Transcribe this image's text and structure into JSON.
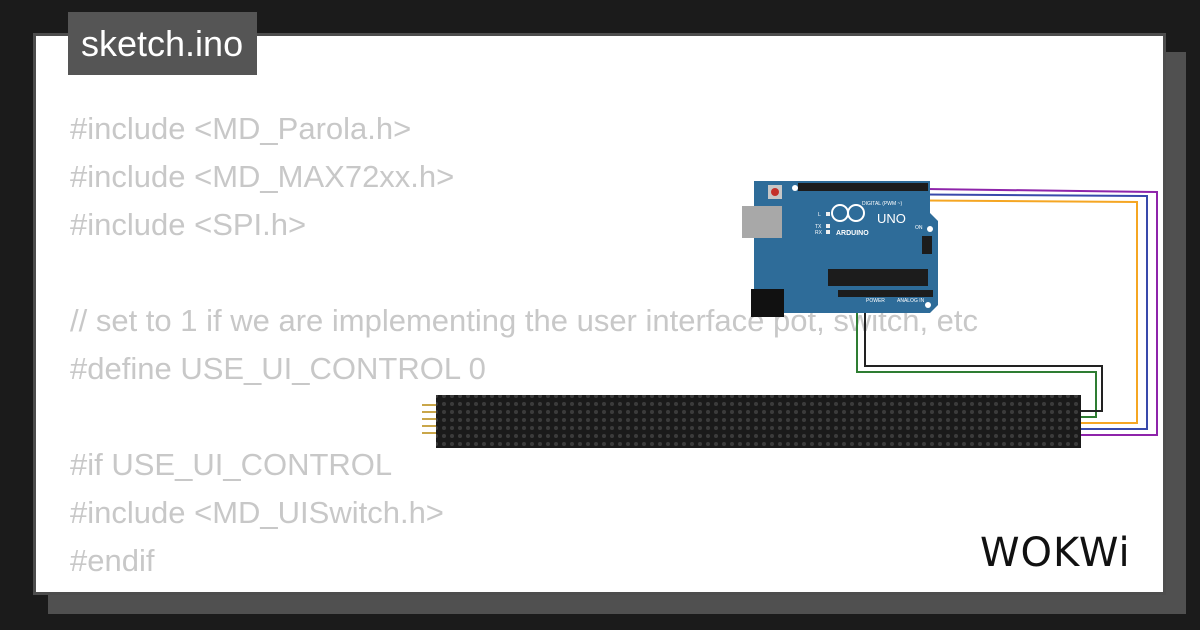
{
  "editor": {
    "filename": "sketch.ino",
    "code_lines": [
      "#include <MD_Parola.h>",
      "#include <MD_MAX72xx.h>",
      "#include <SPI.h>",
      "",
      "// set to 1 if we are implementing the user interface pot, switch, etc",
      "#define USE_UI_CONTROL 0",
      "",
      "#if USE_UI_CONTROL",
      "#include <MD_UISwitch.h>",
      "#endif"
    ]
  },
  "board": {
    "brand": "ARDUINO",
    "model": "UNO",
    "label_digital": "DIGITAL (PWM ~)",
    "label_power": "POWER",
    "label_analog": "ANALOG IN",
    "label_on": "ON",
    "label_l": "L",
    "label_tx": "TX",
    "label_rx": "RX",
    "color": "#2e6c99"
  },
  "wires": {
    "colors": [
      "#8e24aa",
      "#3949ab",
      "#f5a623",
      "#2e7d32",
      "#222222"
    ]
  },
  "logo": {
    "text": "WOKWi"
  },
  "colors": {
    "background": "#1b1b1b",
    "tab": "#555555",
    "code_text": "#c8c8c8",
    "matrix": "#1a1a1a"
  }
}
